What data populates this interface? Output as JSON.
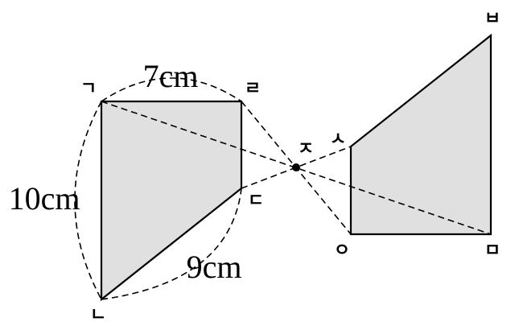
{
  "diagram": {
    "colors": {
      "fill": "#e0e0e0",
      "stroke": "#000000"
    },
    "vertices": {
      "a": "ㄱ",
      "b": "ㄴ",
      "c": "ㄷ",
      "d": "ㄹ",
      "e": "ㅁ",
      "f": "ㅂ",
      "g": "ㅅ",
      "h": "ㅇ",
      "center": "ㅈ"
    },
    "measurements": {
      "top": "7cm",
      "left": "10cm",
      "bottom": "9cm"
    }
  }
}
